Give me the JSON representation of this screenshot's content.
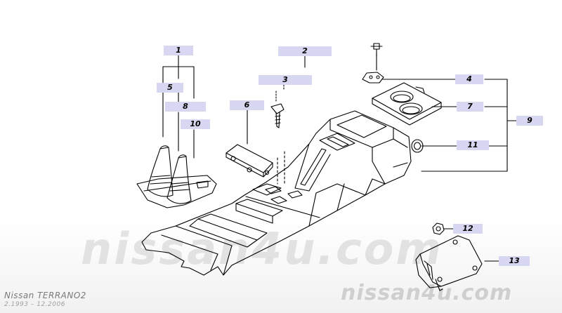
{
  "vehicle": {
    "model": "Nissan  TERRANO2",
    "years": "2.1993  –  12.2006"
  },
  "watermark": {
    "center": "nissan4u.com",
    "corner": "nissan4u.com"
  },
  "callouts": [
    {
      "id": "1",
      "label": "1"
    },
    {
      "id": "2",
      "label": "2"
    },
    {
      "id": "3",
      "label": "3"
    },
    {
      "id": "4",
      "label": "4"
    },
    {
      "id": "5",
      "label": "5"
    },
    {
      "id": "6",
      "label": "6"
    },
    {
      "id": "7",
      "label": "7"
    },
    {
      "id": "8",
      "label": "8"
    },
    {
      "id": "9",
      "label": "9"
    },
    {
      "id": "10",
      "label": "10"
    },
    {
      "id": "11",
      "label": "11"
    },
    {
      "id": "12",
      "label": "12"
    },
    {
      "id": "13",
      "label": "13"
    }
  ],
  "colors": {
    "label_bg": "#d7d7f1",
    "line": "#000000",
    "watermark": "#d2d2d2"
  }
}
